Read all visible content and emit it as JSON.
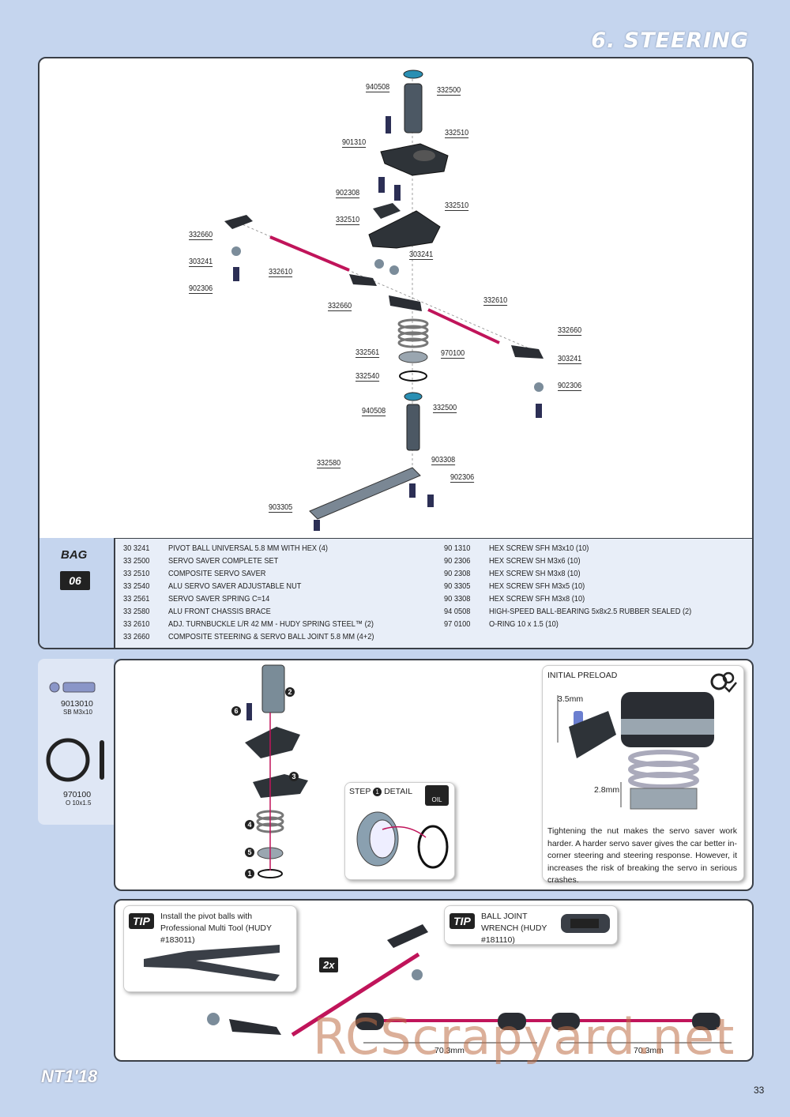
{
  "header": {
    "title": "6. STEERING"
  },
  "exploded_view": {
    "part_labels": [
      "940508",
      "332500",
      "901310",
      "332510",
      "902308",
      "332510",
      "332510",
      "332660",
      "303241",
      "303241",
      "902306",
      "332610",
      "332660",
      "332610",
      "332660",
      "332561",
      "970100",
      "303241",
      "332540",
      "902306",
      "940508",
      "332500",
      "332580",
      "903308",
      "902306",
      "903305"
    ]
  },
  "bag": {
    "label": "BAG",
    "number": "06"
  },
  "parts_list_left": [
    {
      "code": "30 3241",
      "desc": "PIVOT BALL UNIVERSAL 5.8 MM WITH HEX (4)"
    },
    {
      "code": "33 2500",
      "desc": "SERVO SAVER COMPLETE SET"
    },
    {
      "code": "33 2510",
      "desc": "COMPOSITE SERVO SAVER"
    },
    {
      "code": "33 2540",
      "desc": "ALU SERVO SAVER ADJUSTABLE NUT"
    },
    {
      "code": "33 2561",
      "desc": "SERVO SAVER SPRING C=14"
    },
    {
      "code": "33 2580",
      "desc": "ALU FRONT CHASSIS BRACE"
    },
    {
      "code": "33 2610",
      "desc": "ADJ. TURNBUCKLE L/R 42 MM - HUDY SPRING STEEL™ (2)"
    },
    {
      "code": "33 2660",
      "desc": "COMPOSITE STEERING & SERVO BALL JOINT 5.8 MM (4+2)"
    }
  ],
  "parts_list_right": [
    {
      "code": "90 1310",
      "desc": "HEX SCREW SFH M3x10  (10)"
    },
    {
      "code": "90 2306",
      "desc": "HEX SCREW SH M3x6  (10)"
    },
    {
      "code": "90 2308",
      "desc": "HEX SCREW SH M3x8  (10)"
    },
    {
      "code": "90 3305",
      "desc": "HEX SCREW SFH M3x5  (10)"
    },
    {
      "code": "90 3308",
      "desc": "HEX SCREW SFH M3x8  (10)"
    },
    {
      "code": "94 0508",
      "desc": "HIGH-SPEED BALL-BEARING 5x8x2.5 RUBBER SEALED  (2)"
    },
    {
      "code": "97 0100",
      "desc": "O-RING 10 x 1.5  (10)"
    }
  ],
  "hardware_sidebar": [
    {
      "code": "9013010",
      "sub": "SB M3x10"
    },
    {
      "code": "970100",
      "sub": "O 10x1.5"
    }
  ],
  "assembly": {
    "step_numbers": [
      "2",
      "6",
      "3",
      "4",
      "5",
      "1"
    ],
    "detail_title": "STEP",
    "detail_step": "1",
    "detail_suffix": "DETAIL",
    "oil_label": "OIL"
  },
  "preload": {
    "title": "INITIAL PRELOAD",
    "dim_top": "3.5mm",
    "dim_bottom": "2.8mm",
    "text": "Tightening the nut makes the servo saver work harder. A harder servo saver gives the car better in-corner steering and steering response. However, it increases the risk of breaking the servo in serious crashes."
  },
  "tips": [
    {
      "tag": "TIP",
      "text": "Install the pivot balls with Professional Multi Tool (HUDY #183011)"
    },
    {
      "tag": "TIP",
      "text": "BALL JOINT WRENCH (HUDY #181110)"
    }
  ],
  "turnbuckle": {
    "qty": "2x",
    "length1": "70.3mm",
    "length2": "70.3mm"
  },
  "watermark": "RCScrapyard.net",
  "footer": {
    "logo": "NT1'18",
    "page_number": "33"
  },
  "colors": {
    "background": "#c5d5ee",
    "accent": "#c0145a",
    "panel_border": "#3a3f47",
    "bag_bg": "#dfe7f5"
  }
}
